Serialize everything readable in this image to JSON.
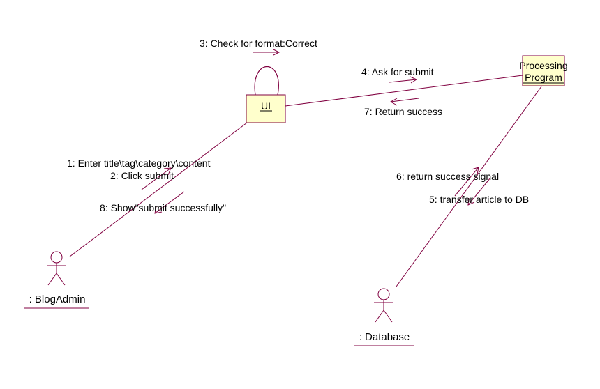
{
  "diagram": {
    "objects": {
      "ui": "UI",
      "processing_line1": "Processing",
      "processing_line2": "Program"
    },
    "actors": {
      "blog_admin": ": BlogAdmin",
      "database": ": Database"
    },
    "messages": {
      "m1": "1: Enter title\\tag\\category\\content",
      "m2": "2: Click submit",
      "m3": "3: Check for format:Correct",
      "m4": "4: Ask for submit",
      "m5": "5: transfer article to DB",
      "m6": "6: return success signal",
      "m7": "7: Return success",
      "m8": "8: Show\"submit successfully\""
    },
    "colors": {
      "line": "#800040",
      "box_fill": "#ffffcc",
      "text": "#000000",
      "background": "#ffffff"
    }
  }
}
